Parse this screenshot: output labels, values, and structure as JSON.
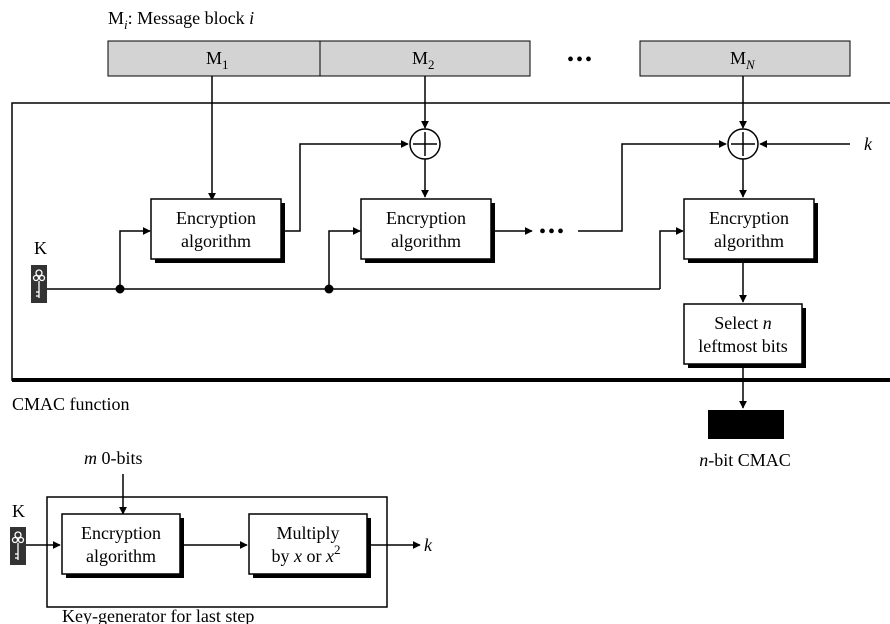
{
  "legend": {
    "prefix": "M",
    "sub": "i",
    "text": ": Message block ",
    "var": "i"
  },
  "blocks": [
    {
      "base": "M",
      "sub": "1",
      "sub_italic": false
    },
    {
      "base": "M",
      "sub": "2",
      "sub_italic": false
    },
    {
      "base": "M",
      "sub": "N",
      "sub_italic": true
    }
  ],
  "ellipsis": "•••",
  "ellipsis_mid": "•••",
  "k_input": "k",
  "enc": {
    "line1": "Encryption",
    "line2": "algorithm"
  },
  "select": {
    "line1": "Select ",
    "n": "n",
    "line2": "leftmost bits"
  },
  "key_label": "K",
  "cmac_function_label": "CMAC function",
  "output_label": {
    "n": "n",
    "rest": "-bit CMAC"
  },
  "keygen": {
    "m_label": {
      "m": "m",
      "rest": " 0-bits"
    },
    "key_label": "K",
    "enc_line1": "Encryption",
    "enc_line2": "algorithm",
    "mult_line1": "Multiply",
    "mult_line2_by": "by ",
    "mult_x1": "x",
    "mult_or": " or ",
    "mult_x2": "x",
    "mult_exp": "2",
    "k_out": "k",
    "caption": "Key-generator for last step"
  },
  "colors": {
    "block_fill": "#d3d3d3",
    "stroke": "#000000",
    "output": "#000000"
  }
}
